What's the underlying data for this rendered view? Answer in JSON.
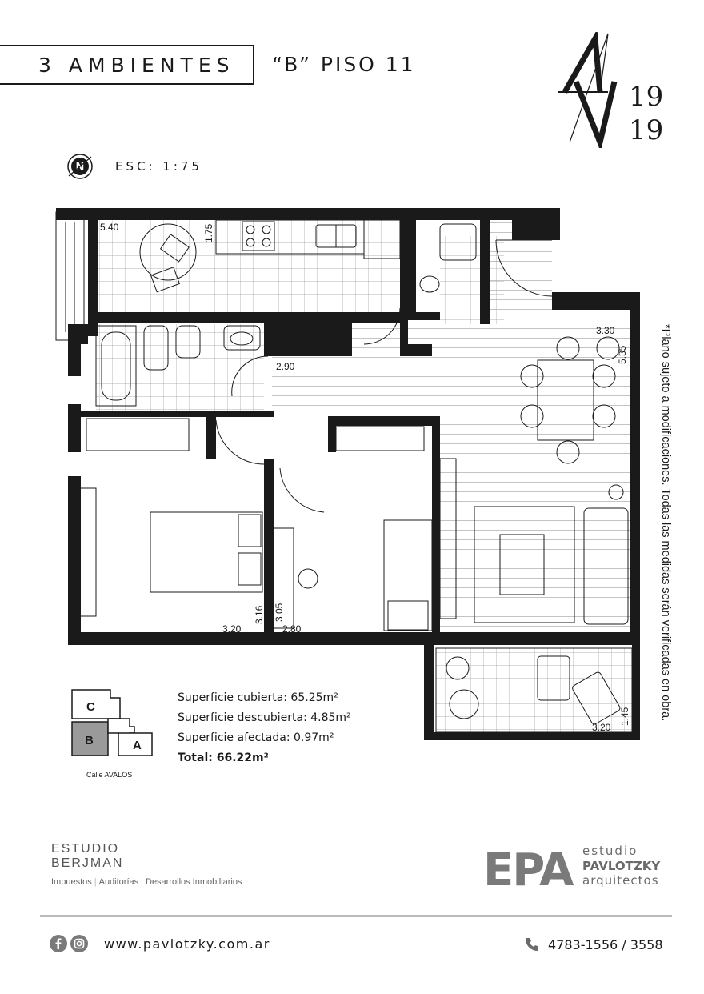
{
  "header": {
    "title": "3 AMBIENTES",
    "subtitle": "“B” PISO 11",
    "logo": {
      "letters": "AV",
      "n1": "19",
      "n2": "19"
    },
    "scale": "ESC: 1:75"
  },
  "plan": {
    "dimensions": {
      "kitchen_w": "5.40",
      "kitchen_h": "1.75",
      "living_w": "3.30",
      "living_h": "5.35",
      "hall": "2.90",
      "bed1_w": "3.20",
      "bed1_h": "3.16",
      "bed2_h": "3.05",
      "bed2_w": "2.80",
      "balcony_w": "3.20",
      "balcony_h": "1.45"
    },
    "note": "*Plano sujeto a modificaciones. Todas las medidas serán verificadas en obra."
  },
  "keyplan": {
    "units": [
      "C",
      "B",
      "A"
    ],
    "street": "Calle AVALOS"
  },
  "surfaces": {
    "cubierta": "Superficie cubierta: 65.25m²",
    "descubierta": "Superficie descubierta: 4.85m²",
    "afectada": "Superficie afectada: 0.97m²",
    "total": "Total: 66.22m²"
  },
  "footer": {
    "berjman_line1": "ESTUDIO",
    "berjman_line2": "BERJMAN",
    "services": [
      "Impuestos",
      "Auditorías",
      "Desarrollos Inmobiliarios"
    ],
    "epa": {
      "mark": "EPA",
      "l1": "estudio",
      "l2": "PAVLOTZKY",
      "l3": "arquitectos"
    },
    "website": "www.pavlotzky.com.ar",
    "phone": "4783-1556 / 3558"
  },
  "colors": {
    "wall": "#1a1a1a",
    "line": "#777777",
    "grey": "#9a9a9a"
  }
}
